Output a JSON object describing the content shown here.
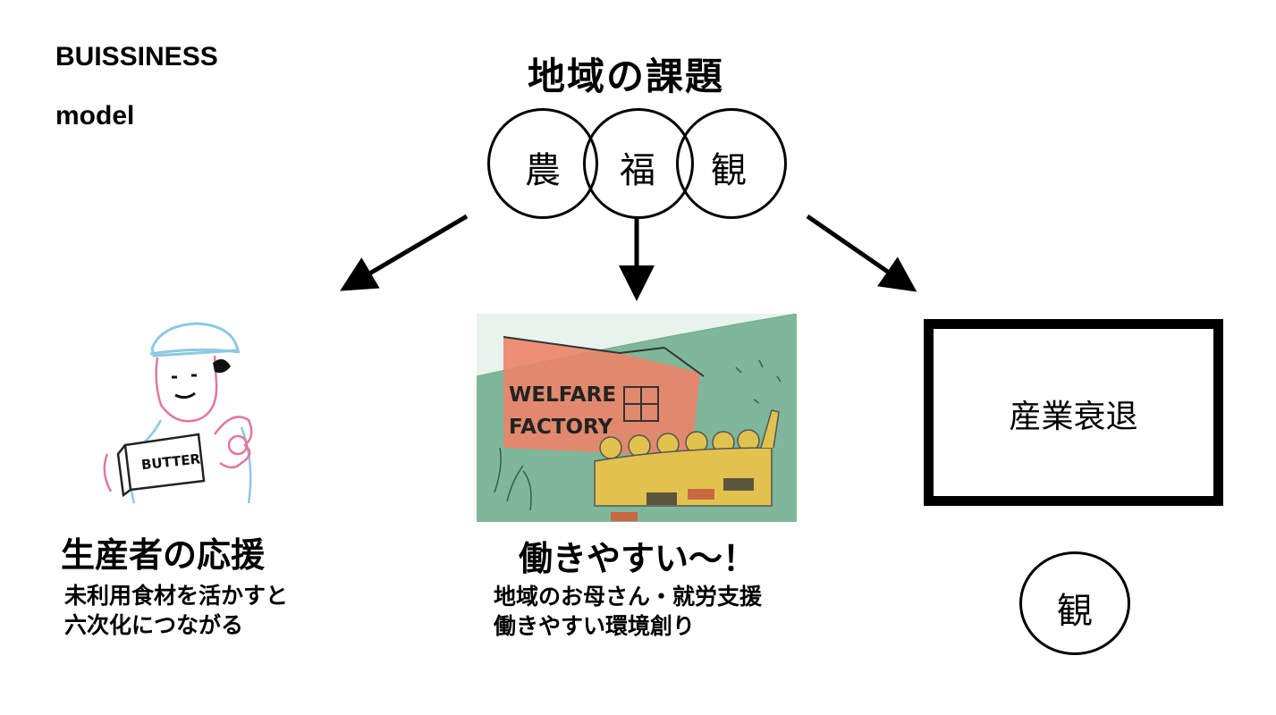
{
  "brand": {
    "line1": "BUISSINESS",
    "line2": "model"
  },
  "topic": {
    "title": "地域の課題",
    "venn": [
      "農",
      "福",
      "観"
    ]
  },
  "columns": [
    {
      "title": "生産者の応援",
      "desc": [
        "未利用食材を活かすと",
        "六次化につながる"
      ],
      "illustration": {
        "label": "BUTTER"
      }
    },
    {
      "title": "働きやすい～！",
      "desc": [
        "地域のお母さん・就労支援",
        "働きやすい環境創り"
      ],
      "illustration": {
        "sign": [
          "WELFARE",
          "FACTORY"
        ]
      }
    },
    {
      "box_label": "産業衰退",
      "circle_label": "観"
    }
  ],
  "colors": {
    "factory_bg": "#7fb79a",
    "factory_wall": "#ec8468",
    "workers": "#e2c24f"
  }
}
